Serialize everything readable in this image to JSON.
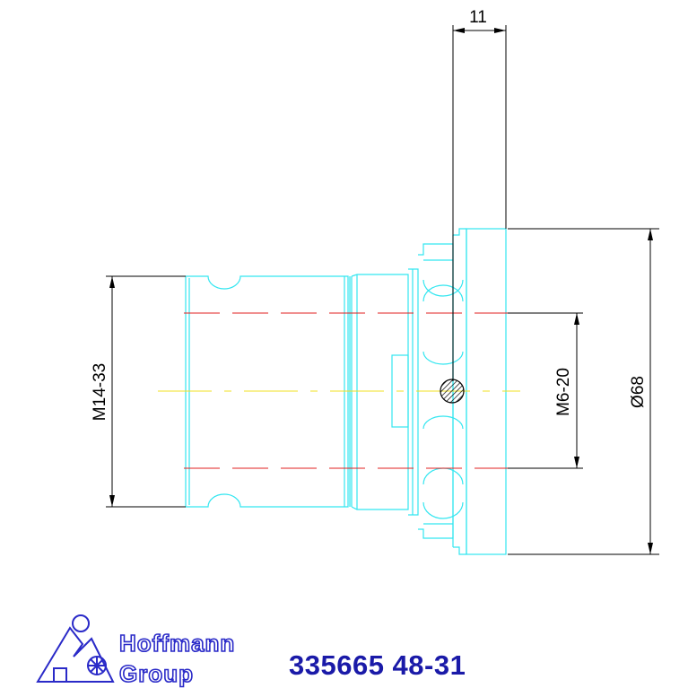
{
  "dimensions": {
    "top_width": "11",
    "left_thread": "M14-33",
    "inner_thread": "M6-20",
    "diameter": "Ø68"
  },
  "logo": {
    "line1": "Hoffmann",
    "line2": "Group"
  },
  "part_number": "335665 48-31",
  "colors": {
    "outline": "#33e6f0",
    "dimension": "#000000",
    "hidden_line": "#e02020",
    "center_line": "#f0e020",
    "brand": "#1a1aa8"
  }
}
